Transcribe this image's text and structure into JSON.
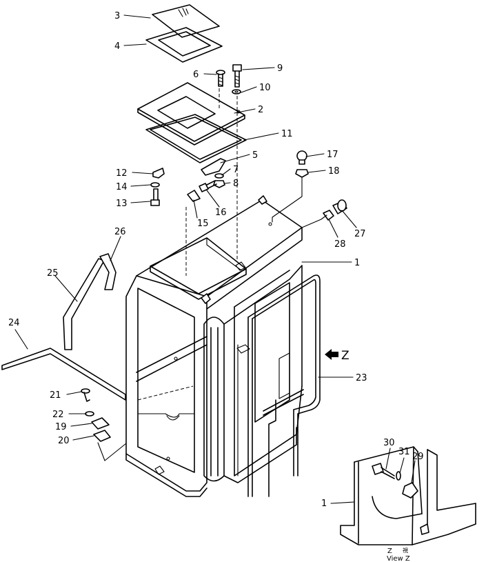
{
  "callouts": [
    {
      "id": "1"
    },
    {
      "id": "2"
    },
    {
      "id": "3"
    },
    {
      "id": "4"
    },
    {
      "id": "5"
    },
    {
      "id": "6"
    },
    {
      "id": "7"
    },
    {
      "id": "8"
    },
    {
      "id": "9"
    },
    {
      "id": "10"
    },
    {
      "id": "11"
    },
    {
      "id": "12"
    },
    {
      "id": "13"
    },
    {
      "id": "14"
    },
    {
      "id": "15"
    },
    {
      "id": "16"
    },
    {
      "id": "17"
    },
    {
      "id": "18"
    },
    {
      "id": "19"
    },
    {
      "id": "20"
    },
    {
      "id": "21"
    },
    {
      "id": "22"
    },
    {
      "id": "23"
    },
    {
      "id": "24"
    },
    {
      "id": "25"
    },
    {
      "id": "26"
    },
    {
      "id": "27"
    },
    {
      "id": "28"
    },
    {
      "id": "29"
    },
    {
      "id": "30"
    },
    {
      "id": "31"
    }
  ],
  "detail_callout_1": "1",
  "view_arrow_label": "Z",
  "view_caption": {
    "letter": "Z",
    "mark": "視",
    "text": "View Z"
  }
}
